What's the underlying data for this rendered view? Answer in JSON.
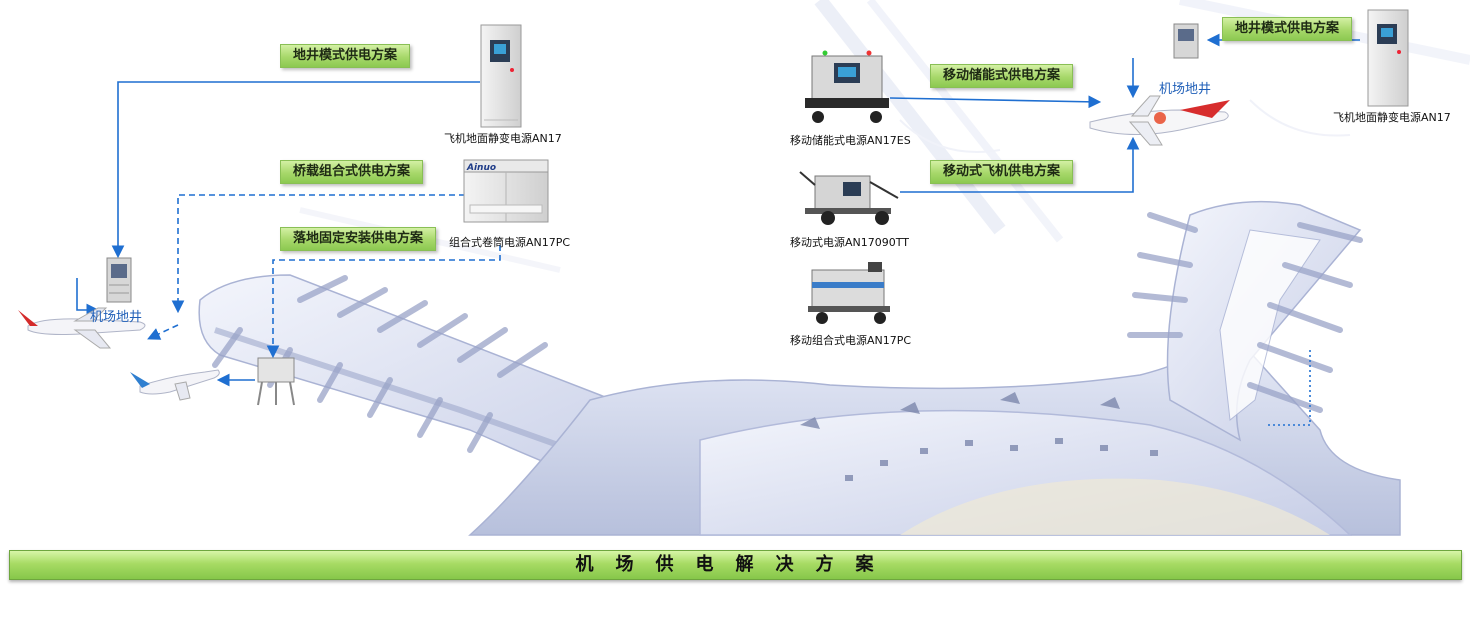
{
  "labels": {
    "pit_mode": "地井模式供电方案",
    "bridge_mode": "桥载组合式供电方案",
    "floor_mode": "落地固定安装供电方案",
    "mobile_storage_mode": "移动储能式供电方案",
    "mobile_aircraft_mode": "移动式飞机供电方案",
    "pit_mode_right": "地井模式供电方案"
  },
  "devices": {
    "static_an17": "飞机地面静变电源AN17",
    "combo_an17pc": "组合式卷筒电源AN17PC",
    "storage_an17es": "移动储能式电源AN17ES",
    "mobile_an17090tt": "移动式电源AN17090TT",
    "mobile_combo_an17pc": "移动组合式电源AN17PC",
    "static_an17_right": "飞机地面静变电源AN17"
  },
  "brand": "Ainuo",
  "pit_labels": {
    "left": "机场地井",
    "right": "机场地井"
  },
  "footer_title": "机场供电解决方案",
  "colors": {
    "line_blue": "#1f6fd1",
    "tag_green": "#a7d86a",
    "terminal": "#c9d1e8"
  }
}
